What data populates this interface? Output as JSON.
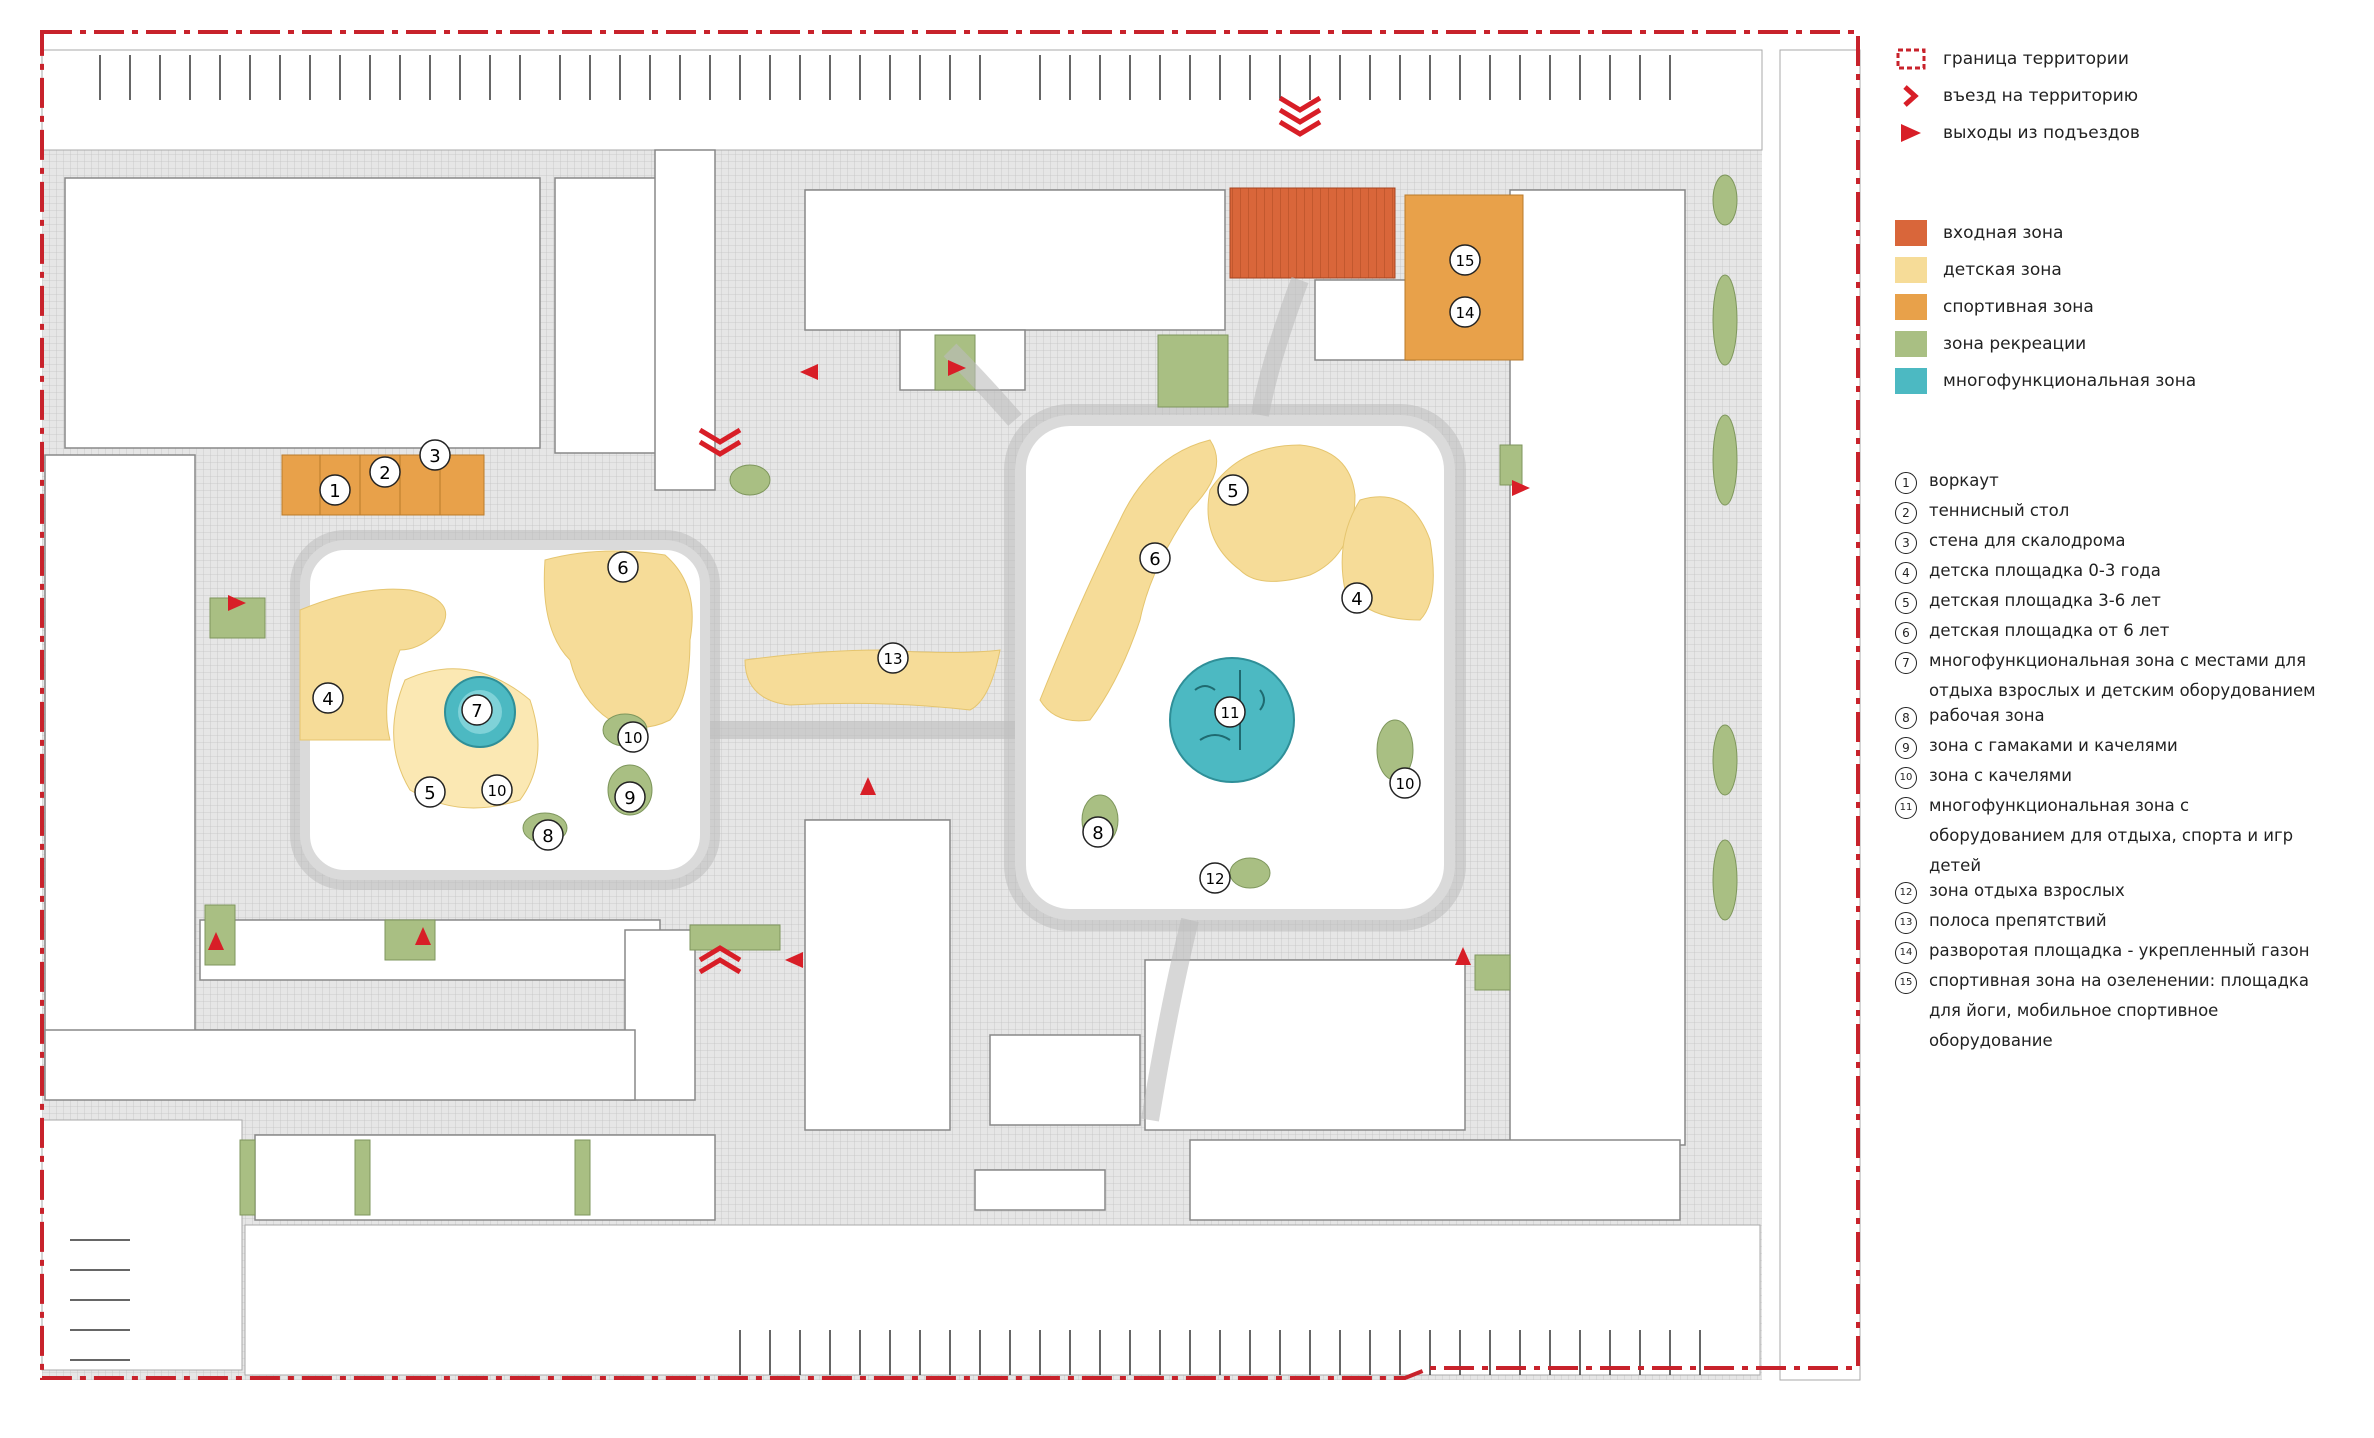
{
  "legend": {
    "symbols": [
      {
        "icon": "territory-boundary-icon",
        "label": "граница территории"
      },
      {
        "icon": "vehicle-entrance-chevron-icon",
        "label": "въезд на территорию"
      },
      {
        "icon": "entrance-exit-triangle-icon",
        "label": "выходы из подъездов"
      }
    ],
    "zones": [
      {
        "label": "входная зона",
        "color": "#d9663a"
      },
      {
        "label": "детская зона",
        "color": "#f6dc98"
      },
      {
        "label": "спортивная зона",
        "color": "#e8a14a"
      },
      {
        "label": "зона рекреации",
        "color": "#a9bf83"
      },
      {
        "label": "многофункциональная зона",
        "color": "#4cb9c2"
      }
    ],
    "items": [
      {
        "n": "1",
        "label": "воркаут"
      },
      {
        "n": "2",
        "label": "теннисный стол"
      },
      {
        "n": "3",
        "label": "стена для скалодрома"
      },
      {
        "n": "4",
        "label": "детска площадка 0-3 года"
      },
      {
        "n": "5",
        "label": "детская площадка 3-6 лет"
      },
      {
        "n": "6",
        "label": "детская площадка от 6 лет"
      },
      {
        "n": "7",
        "label": "многофункциональная зона с местами для отдыха взрослых и детским оборудованием"
      },
      {
        "n": "8",
        "label": "рабочая зона"
      },
      {
        "n": "9",
        "label": "зона с гамаками и качелями"
      },
      {
        "n": "10",
        "label": "зона с качелями"
      },
      {
        "n": "11",
        "label": "многофункциональная зона с оборудованием для отдыха, спорта и игр детей"
      },
      {
        "n": "12",
        "label": "зона отдыха взрослых"
      },
      {
        "n": "13",
        "label": "полоса препятствий"
      },
      {
        "n": "14",
        "label": "разворотая площадка - укрепленный газон"
      },
      {
        "n": "15",
        "label": "спортивная зона на озеленении: площадка для йоги, мобильное спортивное оборудование"
      }
    ]
  },
  "colors": {
    "boundary": "#c8222b",
    "paving": "#e3e3e3",
    "paving_line": "#c6c6c6",
    "building": "#ffffff",
    "building_line": "#8a8a8a",
    "accent_red": "#d81e27"
  },
  "map_labels": {
    "m1": "1",
    "m2": "2",
    "m3": "3",
    "m4a": "4",
    "m4b": "4",
    "m5a": "5",
    "m5b": "5",
    "m6a": "6",
    "m6b": "6",
    "m7": "7",
    "m8a": "8",
    "m8b": "8",
    "m9": "9",
    "m10a": "10",
    "m10b": "10",
    "m10c": "10",
    "m11": "11",
    "m12": "12",
    "m13": "13",
    "m14": "14",
    "m15": "15"
  }
}
